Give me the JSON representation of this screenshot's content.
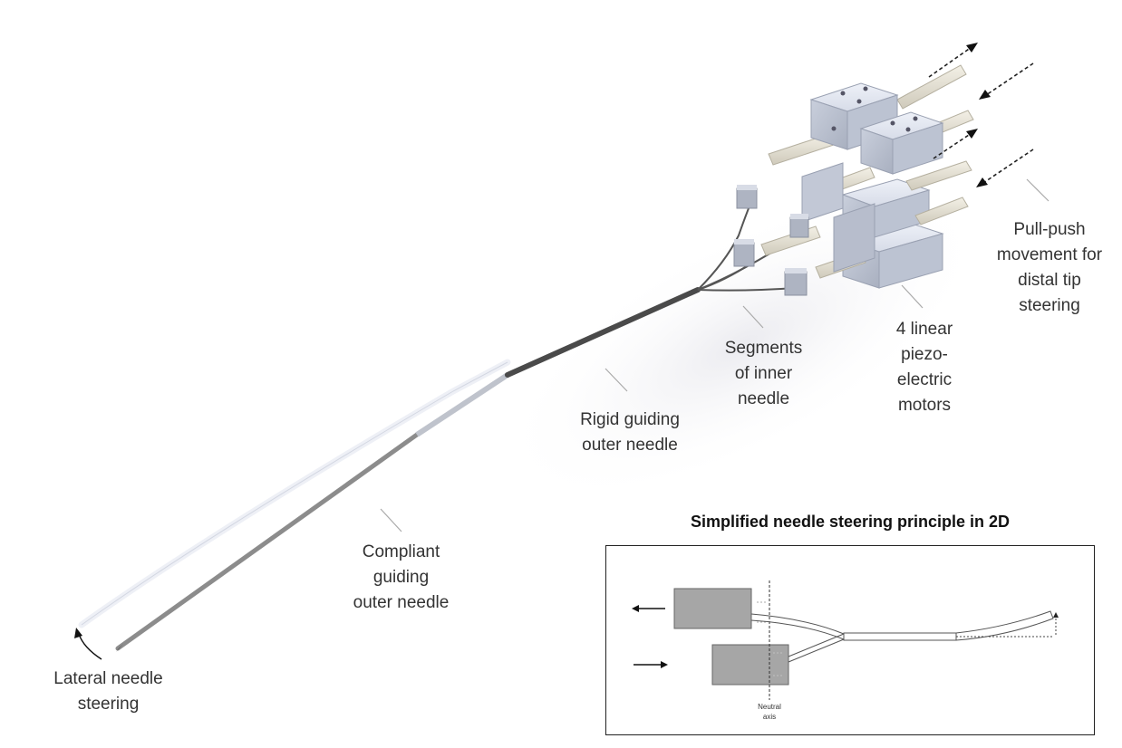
{
  "labels": {
    "pull_push": [
      "Pull-push",
      "movement for",
      "distal tip",
      "steering"
    ],
    "motors": [
      "4 linear",
      "piezo-",
      "electric",
      "motors"
    ],
    "segments": [
      "Segments",
      "of inner",
      "needle"
    ],
    "rigid": [
      "Rigid guiding",
      "outer needle"
    ],
    "compliant": [
      "Compliant",
      "guiding",
      "outer needle"
    ],
    "lateral": [
      "Lateral needle",
      "steering"
    ]
  },
  "inset": {
    "title": "Simplified needle steering principle in 2D",
    "axis_label": [
      "Neutral",
      "axis"
    ]
  }
}
